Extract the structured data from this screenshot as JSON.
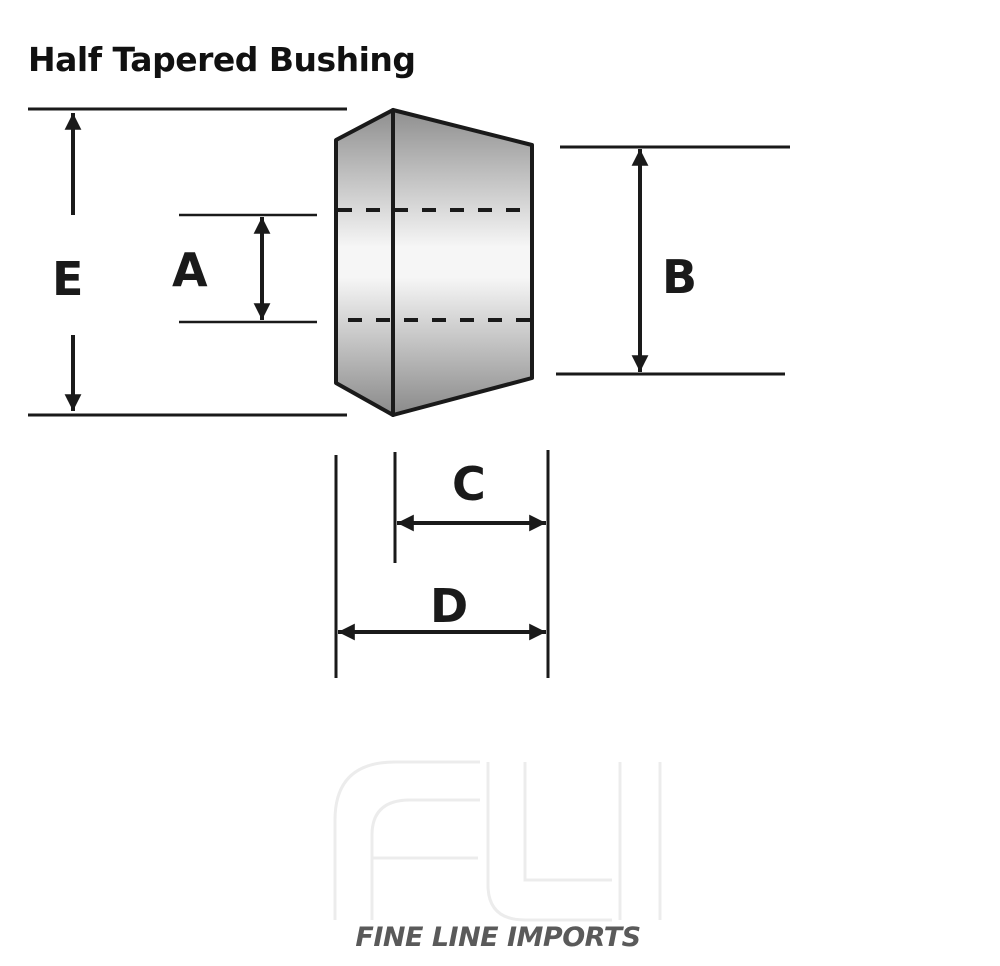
{
  "title": "Half Tapered Bushing",
  "dimensions": {
    "A": "A",
    "B": "B",
    "C": "C",
    "D": "D",
    "E": "E"
  },
  "watermark": {
    "monogram": "FLI",
    "brand": "FINE LINE IMPORTS"
  },
  "colors": {
    "line": "#1a1a1a",
    "shade_dark": "#8c8c8c",
    "shade_light": "#f4f4f4",
    "watermark": "#eeeeee",
    "brand_text": "#5a5a5a"
  }
}
